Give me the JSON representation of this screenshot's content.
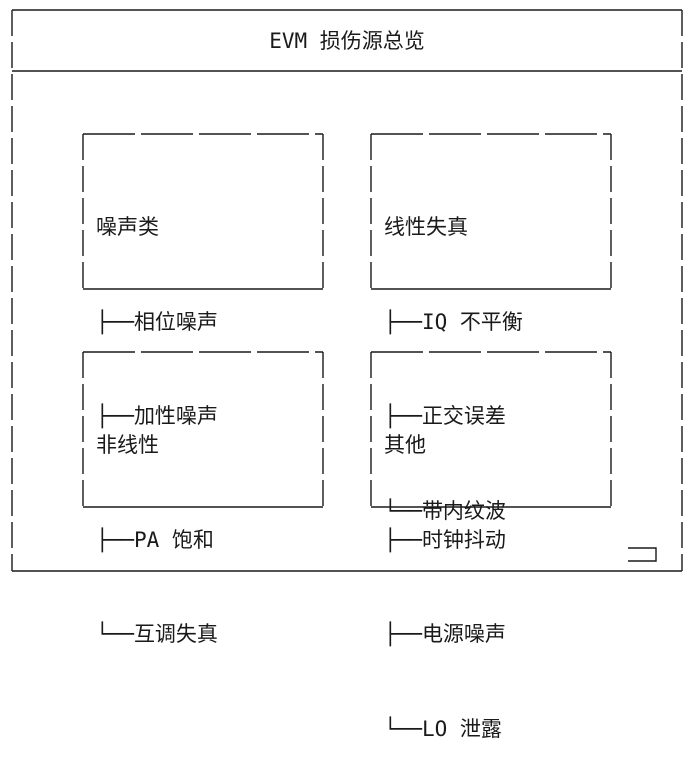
{
  "diagram": {
    "title": "EVM 损伤源总览",
    "groups": [
      {
        "heading": "噪声类",
        "items": [
          {
            "branch": "├──",
            "label": "相位噪声"
          },
          {
            "branch": "├──",
            "label": "加性噪声"
          }
        ]
      },
      {
        "heading": "线性失真",
        "items": [
          {
            "branch": "├──",
            "label": "IQ 不平衡"
          },
          {
            "branch": "├──",
            "label": "正交误差"
          },
          {
            "branch": "└──",
            "label": "带内纹波"
          }
        ]
      },
      {
        "heading": "非线性",
        "items": [
          {
            "branch": "├──",
            "label": "PA 饱和"
          },
          {
            "branch": "└──",
            "label": "互调失真"
          }
        ]
      },
      {
        "heading": "其他",
        "items": [
          {
            "branch": "├──",
            "label": "时钟抖动"
          },
          {
            "branch": "├──",
            "label": "电源噪声"
          },
          {
            "branch": "└──",
            "label": "LO 泄露"
          }
        ]
      }
    ]
  },
  "colors": {
    "line": "#1a1a1a",
    "background": "#ffffff"
  }
}
